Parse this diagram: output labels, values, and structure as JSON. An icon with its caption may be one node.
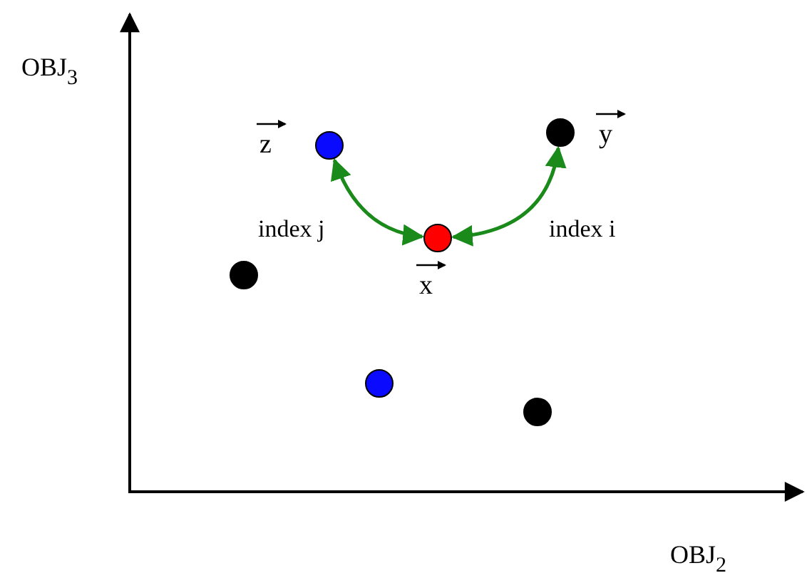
{
  "diagram": {
    "nodes": [
      {
        "text": [],
        "shape": "circle",
        "beside": [
          "z"
        ]
      },
      {
        "text": [],
        "shape": "circle",
        "beside": [
          "y"
        ]
      },
      {
        "text": [],
        "shape": "circle",
        "beside": [
          "x"
        ]
      },
      {
        "text": [],
        "shape": "circle"
      },
      {
        "text": [],
        "shape": "circle"
      },
      {
        "text": [],
        "shape": "circle"
      }
    ],
    "edges": [
      {
        "from": 2,
        "to": 0,
        "arrow": "both",
        "label": "index j"
      },
      {
        "from": 2,
        "to": 1,
        "arrow": "both",
        "label": "index i"
      }
    ],
    "labels": [
      "OBJ$_{3}$",
      "OBJ$_{2}$"
    ]
  }
}
